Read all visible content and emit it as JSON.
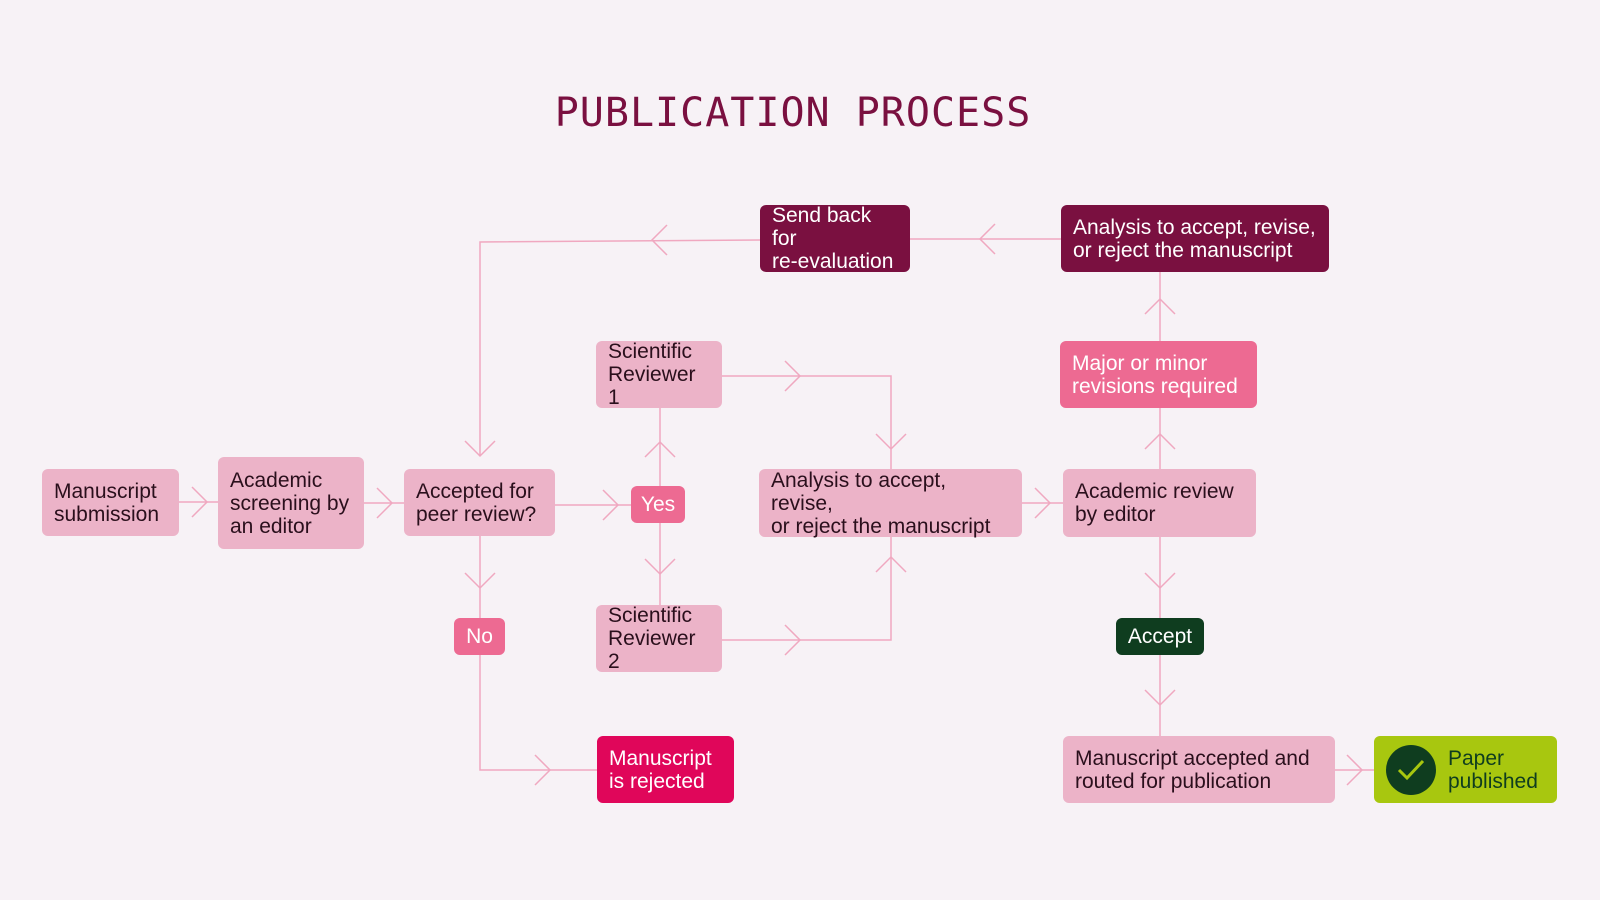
{
  "title": "PUBLICATION PROCESS",
  "colors": {
    "background": "#f7f2f6",
    "light_pink": "#ecb3c8",
    "medium_pink": "#ed6a92",
    "maroon": "#7a1040",
    "red": "#e0065a",
    "dark_green": "#0f3d1f",
    "lime": "#a8c70f",
    "connector": "#f0a8c0"
  },
  "nodes": {
    "submission": [
      "Manuscript",
      "submission"
    ],
    "screening": [
      "Academic",
      "screening by",
      "an editor"
    ],
    "accepted_for_review": [
      "Accepted for",
      "peer review?"
    ],
    "yes": "Yes",
    "no": "No",
    "reviewer1": [
      "Scientific",
      "Reviewer 1"
    ],
    "reviewer2": [
      "Scientific",
      "Reviewer 2"
    ],
    "rejected": [
      "Manuscript",
      "is rejected"
    ],
    "analysis_mid": [
      "Analysis to accept, revise,",
      "or reject the manuscript"
    ],
    "editor_review": [
      "Academic review",
      "by editor"
    ],
    "accept": "Accept",
    "routed": [
      "Manuscript accepted and",
      "routed for publication"
    ],
    "published": [
      "Paper",
      "published"
    ],
    "revisions": [
      "Major or minor",
      "revisions required"
    ],
    "analysis_top": [
      "Analysis to accept, revise,",
      "or reject the manuscript"
    ],
    "send_back": [
      "Send back for",
      "re-evaluation"
    ]
  },
  "icons": {
    "published": "checkmark-icon"
  }
}
